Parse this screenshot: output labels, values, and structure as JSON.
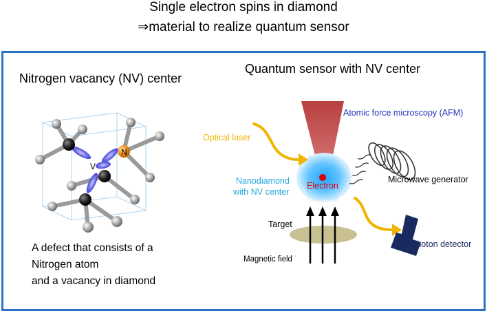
{
  "title": {
    "line1": "Single electron spins in diamond",
    "line2": "⇒material to realize quantum sensor"
  },
  "left_panel": {
    "heading": "Nitrogen vacancy (NV) center",
    "atom_n": "N",
    "atom_v": "V",
    "desc_line1": "A defect that consists of a",
    "desc_line2": "Nitrogen atom",
    "desc_line3": "and a vacancy in diamond"
  },
  "right_panel": {
    "heading": "Quantum sensor with NV center",
    "afm": "Atomic force microscopy (AFM)",
    "laser": "Optical laser",
    "nanodiamond_line1": "Nanodiamond",
    "nanodiamond_line2": "with NV center",
    "electron": "Electron",
    "microwave": "Microwave generator",
    "target": "Target",
    "photon": "Photon detector",
    "magnetic": "Magnetic field"
  },
  "colors": {
    "frame": "#2a72c4",
    "afm_text": "#2233bb",
    "laser": "#f0b400",
    "nanodiamond_text": "#22a8e0",
    "electron": "#e00000",
    "afm_tip": "#c04848",
    "target": "#c8c090",
    "detector": "#1a2a60"
  }
}
